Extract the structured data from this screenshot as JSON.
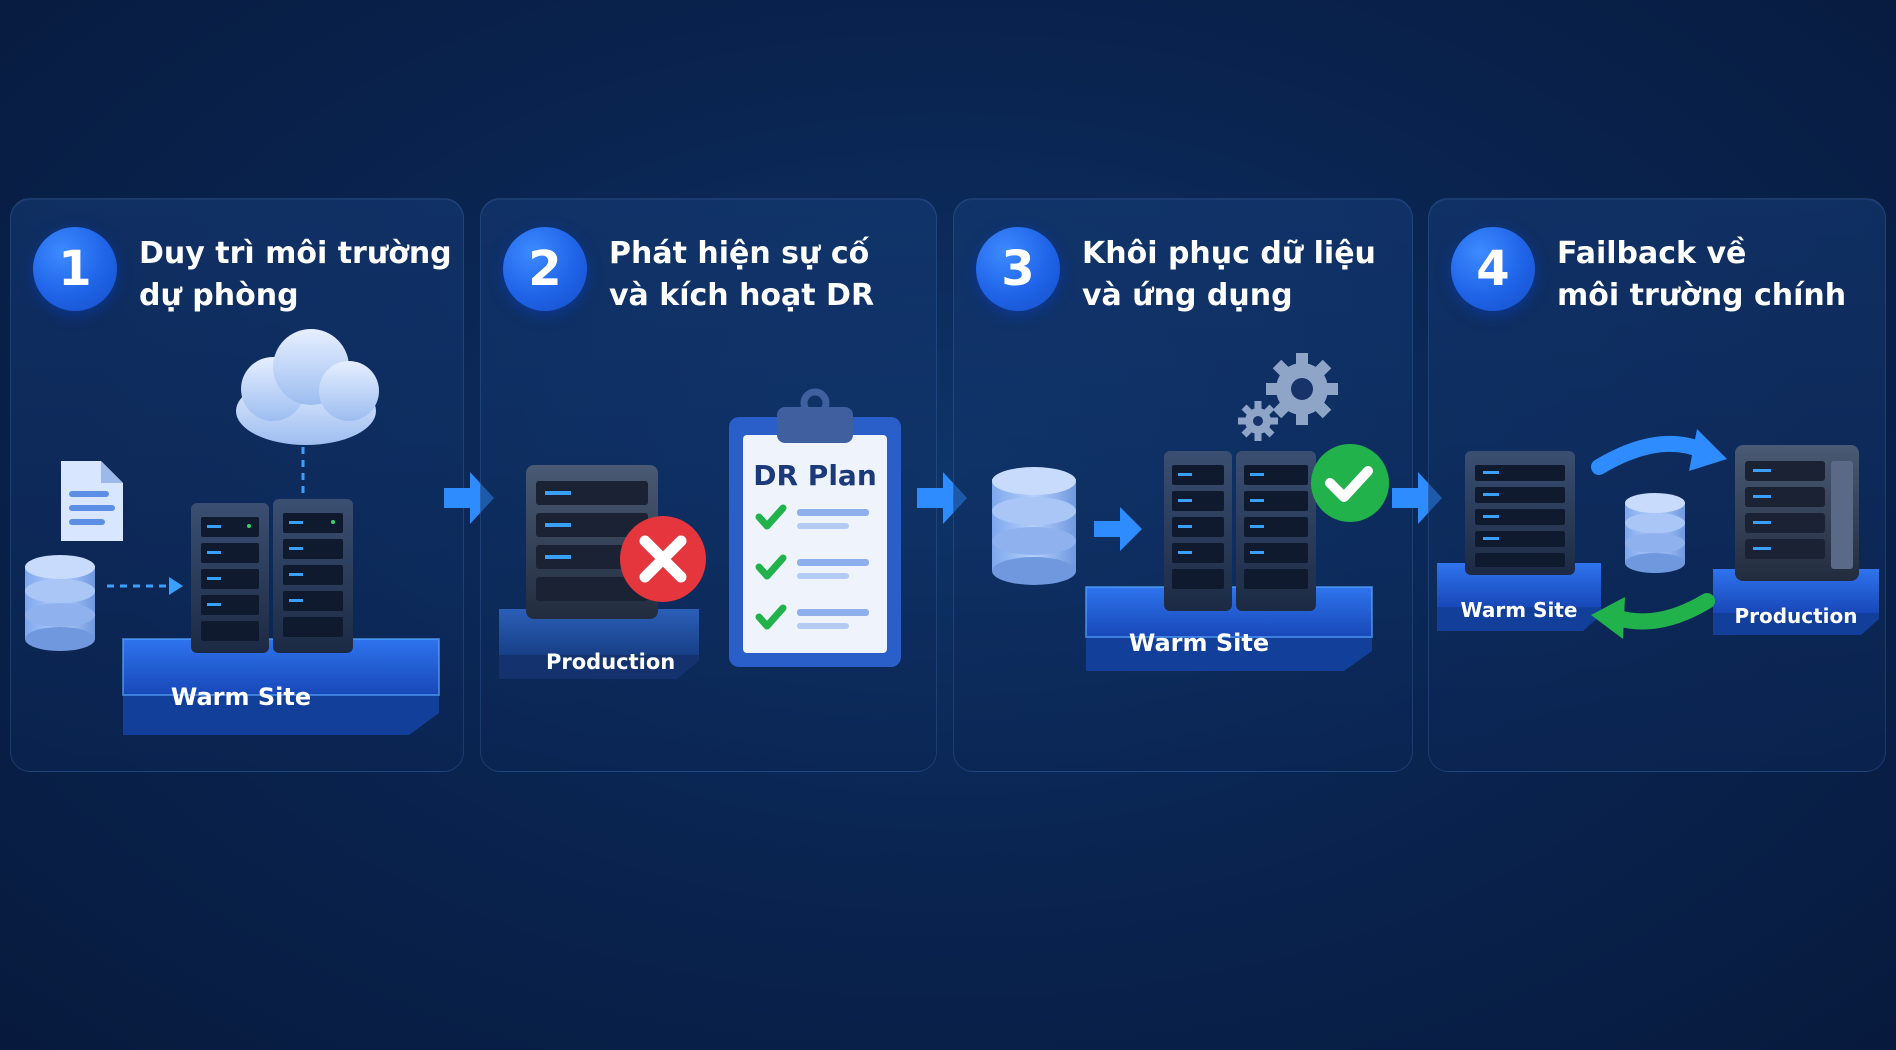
{
  "steps": [
    {
      "number": "1",
      "title": "Duy trì môi trường\ndự phòng",
      "site_label": "Warm Site"
    },
    {
      "number": "2",
      "title": "Phát hiện sự cố\nvà kích hoạt DR",
      "site_label": "Production",
      "plan_label": "DR Plan"
    },
    {
      "number": "3",
      "title": "Khôi phục dữ liệu\nvà ứng dụng",
      "site_label": "Warm Site"
    },
    {
      "number": "4",
      "title": "Failback về\nmôi trường chính",
      "left_label": "Warm Site",
      "right_label": "Production"
    }
  ],
  "icons": {
    "step_arrow": "arrow-right-icon",
    "fail": "x-circle-icon",
    "success": "check-circle-icon",
    "sync": "sync-arrows-icon"
  },
  "colors": {
    "accent": "#1f63e8",
    "error": "#e5353d",
    "success": "#22b24c",
    "platform": "#2060d8"
  }
}
